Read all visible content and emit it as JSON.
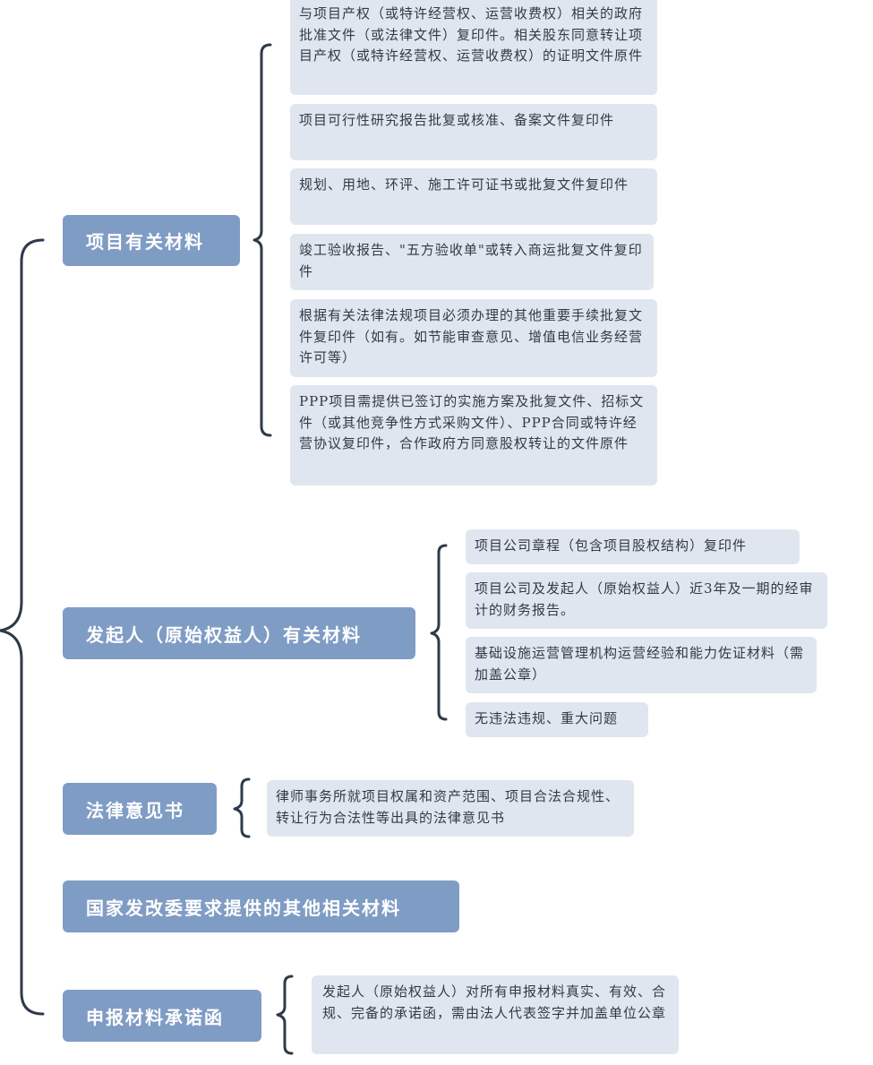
{
  "branches": [
    {
      "label": "项目有关材料",
      "items": [
        "与项目产权（或特许经营权、运营收费权）相关的政府批准文件（或法律文件）复印件。相关股东同意转让项目产权（或特许经营权、运营收费权）的证明文件原件",
        "项目可行性研究报告批复或核准、备案文件复印件",
        "规划、用地、环评、施工许可证书或批复文件复印件",
        "竣工验收报告、\"五方验收单\"或转入商运批复文件复印件",
        "根据有关法律法规项目必须办理的其他重要手续批复文件复印件（如有。如节能审查意见、增值电信业务经营许可等）",
        "PPP项目需提供已签订的实施方案及批复文件、招标文件（或其他竞争性方式采购文件）、PPP合同或特许经营协议复印件，合作政府方同意股权转让的文件原件"
      ]
    },
    {
      "label": "发起人（原始权益人）有关材料",
      "items": [
        "项目公司章程（包含项目股权结构）复印件",
        "项目公司及发起人（原始权益人）近3年及一期的经审计的财务报告。",
        "基础设施运营管理机构运营经验和能力佐证材料（需加盖公章）",
        "无违法违规、重大问题"
      ]
    },
    {
      "label": "法律意见书",
      "items": [
        "律师事务所就项目权属和资产范围、项目合法合规性、转让行为合法性等出具的法律意见书"
      ]
    },
    {
      "label": "国家发改委要求提供的其他相关材料",
      "items": []
    },
    {
      "label": "申报材料承诺函",
      "items": [
        "发起人（原始权益人）对所有申报材料真实、有效、合规、完备的承诺函，需由法人代表签字并加盖单位公章"
      ]
    }
  ],
  "colors": {
    "branch_fill": "#7f9cc4",
    "leaf_fill": "#e0e6ef",
    "bracket": "#2e3a4a"
  }
}
